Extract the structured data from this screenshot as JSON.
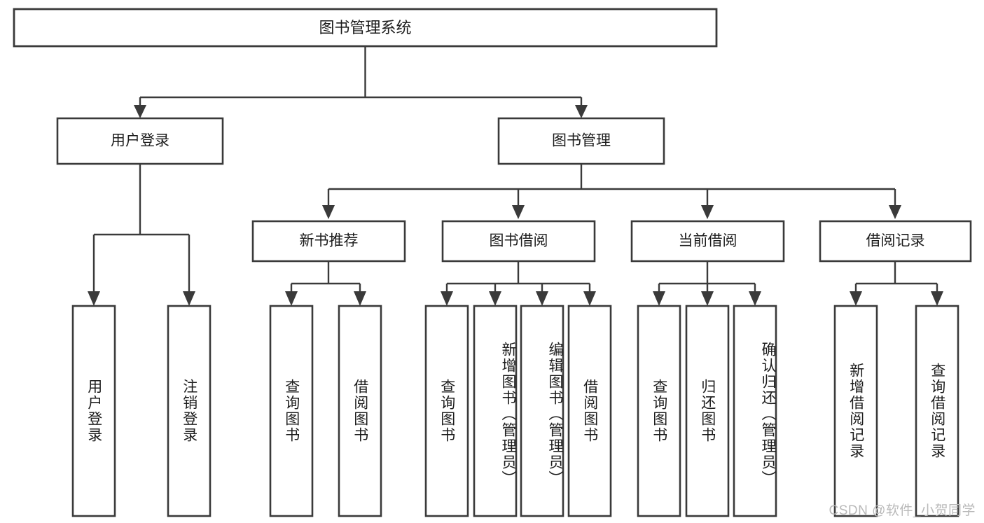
{
  "diagram": {
    "title": "图书管理系统",
    "type": "tree-hierarchy-chart",
    "background_color": "#ffffff",
    "line_color": "#3a3a3a",
    "text_color": "#1c1c1c"
  },
  "root": {
    "label": "图书管理系统"
  },
  "level2": [
    {
      "label": "用户登录"
    },
    {
      "label": "图书管理"
    }
  ],
  "level3": [
    {
      "label": "新书推荐"
    },
    {
      "label": "图书借阅"
    },
    {
      "label": "当前借阅"
    },
    {
      "label": "借阅记录"
    }
  ],
  "leaves": {
    "user_login": [
      {
        "label": "用户登录"
      },
      {
        "label": "注销登录"
      }
    ],
    "new_book_recommend": [
      {
        "label": "查询图书"
      },
      {
        "label": "借阅图书"
      }
    ],
    "book_borrow": [
      {
        "label": "查询图书"
      },
      {
        "label": "新增图书（管理员）"
      },
      {
        "label": "编辑图书（管理员）"
      },
      {
        "label": "借阅图书"
      }
    ],
    "current_borrow": [
      {
        "label": "查询图书"
      },
      {
        "label": "归还图书"
      },
      {
        "label": "确认归还（管理员）"
      }
    ],
    "borrow_record": [
      {
        "label": "新增借阅记录"
      },
      {
        "label": "查询借阅记录"
      }
    ]
  },
  "watermark": {
    "text": "CSDN @软件_小贺同学"
  }
}
